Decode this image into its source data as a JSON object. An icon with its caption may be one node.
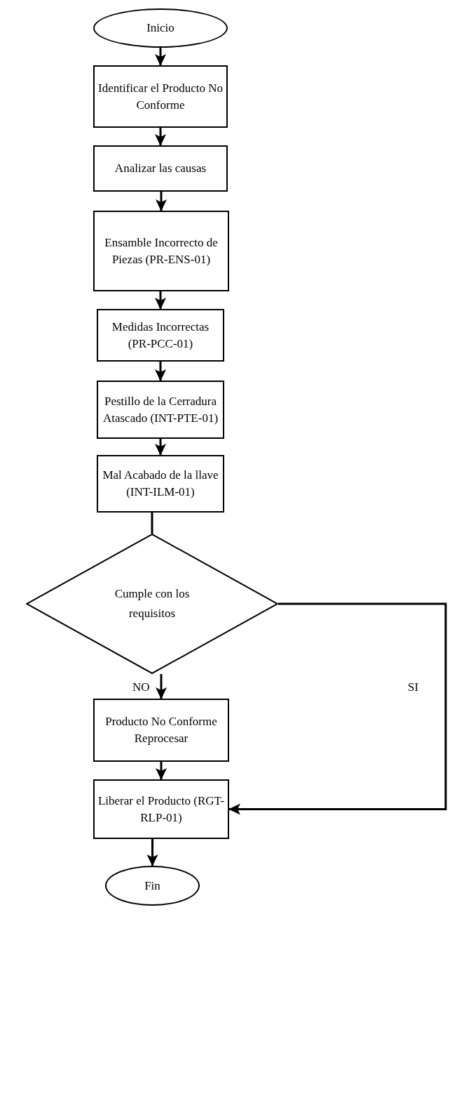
{
  "diagram": {
    "nodes": [
      {
        "text": [
          "Inicio"
        ]
      },
      {
        "text": [
          "Identificar el Producto No Conforme"
        ]
      },
      {
        "text": [
          "Analizar las causas"
        ]
      },
      {
        "text": [
          "Ensamble Incorrecto de Piezas (PR-ENS-01)"
        ]
      },
      {
        "text": [
          "Medidas Incorrectas (PR-PCC-01)"
        ]
      },
      {
        "text": [
          "Pestillo de la Cerradura Atascado (INT-PTE-01)"
        ]
      },
      {
        "text": [
          "Mal Acabado de la llave (INT-ILM-01)"
        ]
      },
      {
        "text": [
          "Cumple con los requisitos"
        ]
      },
      {
        "text": [
          "Producto No Conforme Reprocesar"
        ]
      },
      {
        "text": [
          "Liberar el Producto (RGT-RLP-01)"
        ]
      },
      {
        "text": [
          "Fin"
        ]
      }
    ],
    "edges": [
      {
        "from": 0,
        "to": 1,
        "arrow": "to"
      },
      {
        "from": 1,
        "to": 2,
        "arrow": "to"
      },
      {
        "from": 2,
        "to": 3,
        "arrow": "to"
      },
      {
        "from": 3,
        "to": 4,
        "arrow": "to"
      },
      {
        "from": 4,
        "to": 5,
        "arrow": "to"
      },
      {
        "from": 5,
        "to": 6,
        "arrow": "to"
      },
      {
        "from": 6,
        "to": 7,
        "arrow": "none"
      },
      {
        "from": 7,
        "to": 8,
        "arrow": "to",
        "label": "NO"
      },
      {
        "from": 7,
        "to": 9,
        "arrow": "to",
        "label": "SI"
      },
      {
        "from": 8,
        "to": 9,
        "arrow": "to"
      },
      {
        "from": 9,
        "to": 10,
        "arrow": "to"
      }
    ]
  }
}
